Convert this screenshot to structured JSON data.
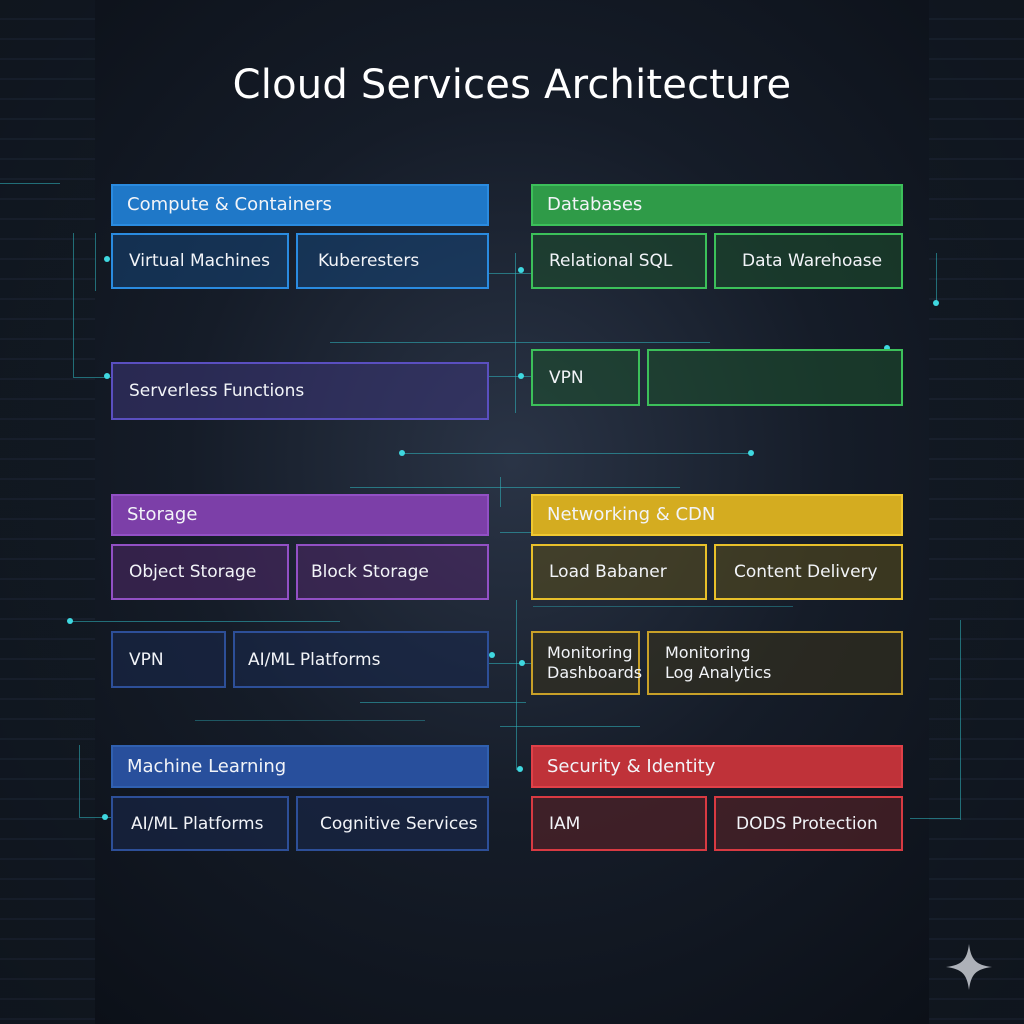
{
  "title": "Cloud Services Architecture",
  "colors": {
    "compute": "#1f78c8",
    "databases": "#2f9b48",
    "storage": "#7c3fa8",
    "networking": "#d4ac20",
    "machine_learning": "#284f9c",
    "security": "#bf3239",
    "connector": "#2fb6c0"
  },
  "compute": {
    "header": "Compute & Containers",
    "items": [
      "Virtual Machines",
      "Kuberesters"
    ],
    "serverless": "Serverless Functions"
  },
  "databases": {
    "header": "Databases",
    "items": [
      "Relational SQL",
      "Data Warehoase"
    ],
    "vpn": "VPN"
  },
  "storage": {
    "header": "Storage",
    "items": [
      "Object Storage",
      "Block Storage"
    ],
    "extra": [
      "VPN",
      "AI/ML Platforms"
    ]
  },
  "networking": {
    "header": "Networking & CDN",
    "items": [
      "Load Babaner",
      "Content Delivery"
    ],
    "monitoring": [
      "Monitoring Dashboards",
      "Monitoring Log Analytics"
    ]
  },
  "machine_learning": {
    "header": "Machine Learning",
    "items": [
      "AI/ML Platforms",
      "Cognitive Services"
    ]
  },
  "security": {
    "header": "Security & Identity",
    "items": [
      "IAM",
      "DODS Protection"
    ]
  },
  "icons": {
    "corner": "sparkle-icon"
  }
}
